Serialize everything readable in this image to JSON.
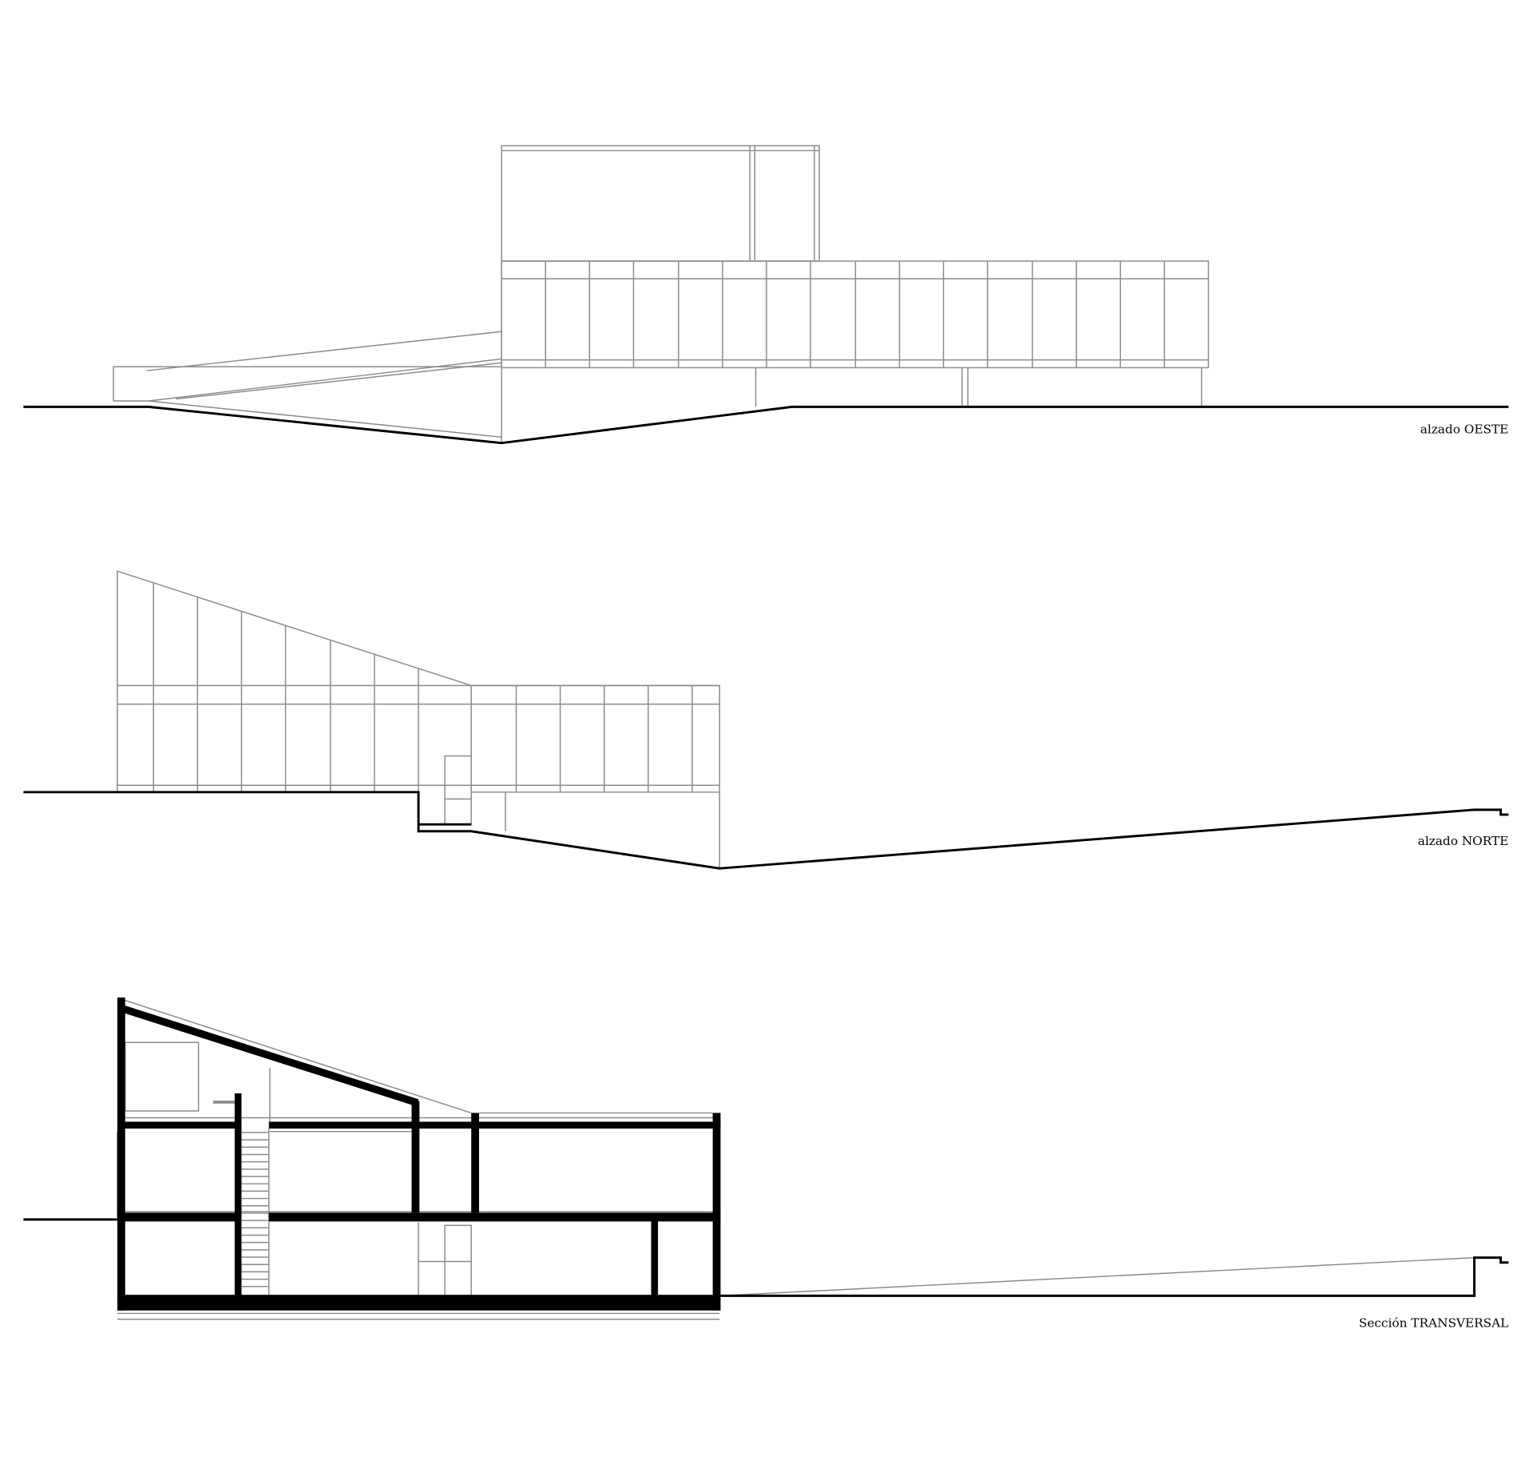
{
  "drawings": [
    {
      "label": "alzado OESTE"
    },
    {
      "label": "alzado NORTE"
    },
    {
      "label": "Sección TRANSVERSAL"
    }
  ],
  "colors": {
    "line_black": "#000000",
    "line_grey": "#8a8a8a",
    "background": "#ffffff"
  }
}
